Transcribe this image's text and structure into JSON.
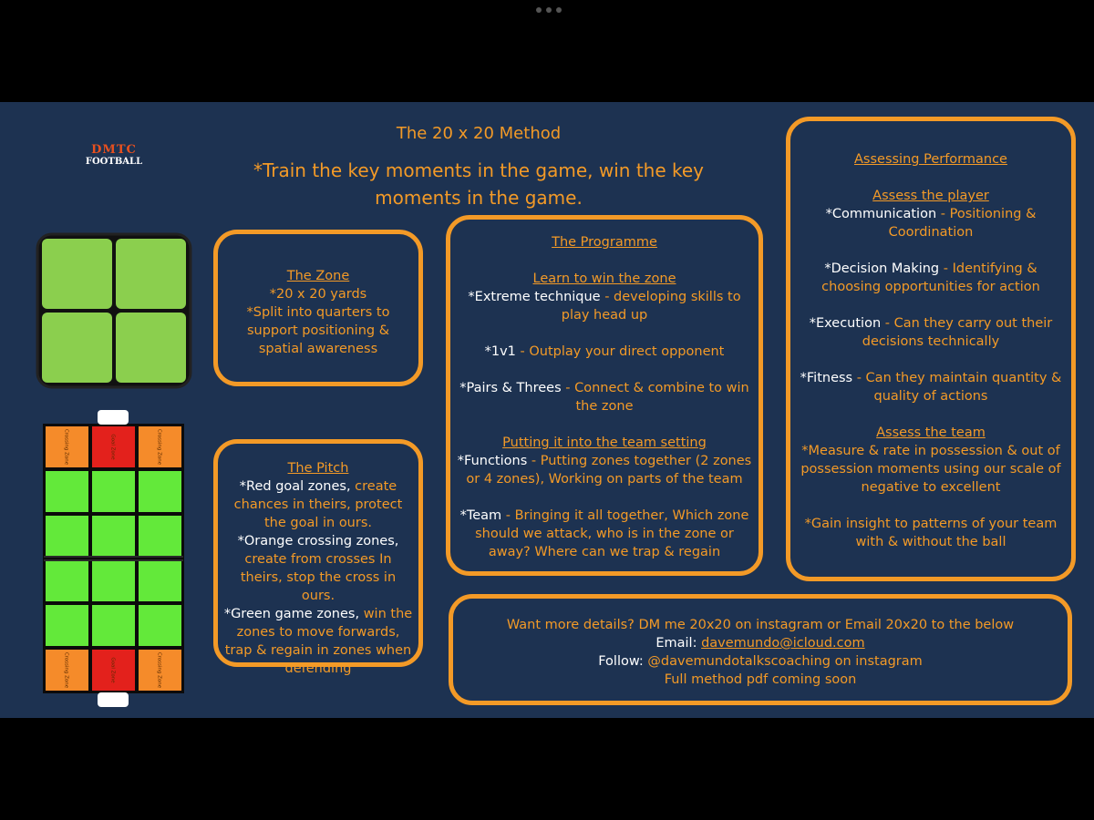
{
  "logo": {
    "line1": "DMTC",
    "line2": "FOOTBALL"
  },
  "header": {
    "title": "The 20 x 20 Method",
    "tagline": "*Train the key moments in the game, win the key moments in the game."
  },
  "zone": {
    "heading": "The Zone",
    "line1": "*20 x 20 yards",
    "line2": "*Split into quarters to support positioning & spatial awareness"
  },
  "pitch": {
    "heading": "The Pitch",
    "red_label": "*Red goal zones,",
    "red_text": "create chances in theirs, protect the goal in ours.",
    "orange_label": "*Orange crossing zones,",
    "orange_text": "create from crosses In theirs, stop the cross in ours.",
    "green_label": "*Green game zones,",
    "green_text": "win the zones to move forwards, trap & regain in zones when defending",
    "zone_labels": {
      "crossing": "Crossing Zone",
      "goal": "Goal Zone"
    }
  },
  "programme": {
    "heading": "The Programme",
    "sub1": "Learn to win the zone",
    "item1_label": "*Extreme technique",
    "item1_text": "- developing skills to play head up",
    "item2_label": "*1v1",
    "item2_text": "- Outplay your direct opponent",
    "item3_label": "*Pairs & Threes",
    "item3_text": "- Connect & combine to win the zone",
    "sub2": "Putting it into the team setting",
    "item4_label": "*Functions",
    "item4_text": "- Putting zones together (2 zones or 4 zones), Working on parts of the team",
    "item5_label": "*Team",
    "item5_text": "- Bringing it all together, Which zone should we attack, who is in the zone or away? Where can we trap & regain"
  },
  "assessing": {
    "heading": "Assessing Performance",
    "sub1": "Assess the player",
    "item1_label": "*Communication",
    "item1_text": "- Positioning & Coordination",
    "item2_label": "*Decision Making",
    "item2_text": "- Identifying & choosing opportunities for action",
    "item3_label": "*Execution",
    "item3_text": "- Can they carry out their decisions technically",
    "item4_label": "*Fitness",
    "item4_text": "- Can they maintain quantity & quality of actions",
    "sub2": "Assess the team",
    "team1": "*Measure & rate in possession & out of possession moments using our scale of negative to excellent",
    "team2": "*Gain insight to patterns of your team with & without the ball"
  },
  "contact": {
    "line1": "Want more details? DM me 20x20 on instagram or Email 20x20 to the below",
    "email_label": "Email:",
    "email": "davemundo@icloud.com",
    "follow_label": "Follow:",
    "follow_text": "@davemundotalkscoaching on instagram",
    "line4": "Full method pdf coming soon"
  },
  "colors": {
    "background": "#1d3251",
    "accent": "#f39a27",
    "logo_red": "#e8501e",
    "zone_green": "#8bcf4e",
    "game_green": "#63e93a",
    "goal_red": "#e3211c",
    "crossing_orange": "#f58b2a"
  }
}
